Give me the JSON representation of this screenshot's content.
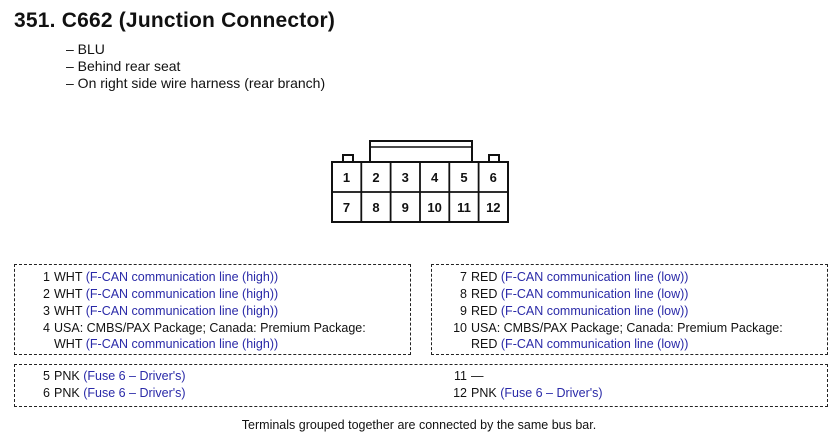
{
  "title": "351. C662 (Junction Connector)",
  "details": [
    "– BLU",
    "– Behind rear seat",
    "– On right side wire harness (rear branch)"
  ],
  "connector": {
    "top_row": [
      "1",
      "2",
      "3",
      "4",
      "5",
      "6"
    ],
    "bottom_row": [
      "7",
      "8",
      "9",
      "10",
      "11",
      "12"
    ]
  },
  "group1_left": [
    {
      "num": "1",
      "color": "WHT",
      "desc": "(F-CAN communication line (high))"
    },
    {
      "num": "2",
      "color": "WHT",
      "desc": "(F-CAN communication line (high))"
    },
    {
      "num": "3",
      "color": "WHT",
      "desc": "(F-CAN communication line (high))"
    },
    {
      "num": "4",
      "line1": "USA: CMBS/PAX Package; Canada: Premium Package:",
      "color": "WHT",
      "desc": "(F-CAN communication line (high))"
    }
  ],
  "group1_right": [
    {
      "num": "7",
      "color": "RED",
      "desc": "(F-CAN communication line (low))"
    },
    {
      "num": "8",
      "color": "RED",
      "desc": "(F-CAN communication line (low))"
    },
    {
      "num": "9",
      "color": "RED",
      "desc": "(F-CAN communication line (low))"
    },
    {
      "num": "10",
      "line1": "USA: CMBS/PAX Package; Canada: Premium Package:",
      "color": "RED",
      "desc": "(F-CAN communication line (low))"
    }
  ],
  "group2_left": [
    {
      "num": "5",
      "color": "PNK",
      "desc": "(Fuse 6 – Driver's)"
    },
    {
      "num": "6",
      "color": "PNK",
      "desc": "(Fuse 6 – Driver's)"
    }
  ],
  "group2_right": [
    {
      "num": "11",
      "color": "—",
      "desc": ""
    },
    {
      "num": "12",
      "color": "PNK",
      "desc": "(Fuse 6 – Driver's)"
    }
  ],
  "footer": "Terminals grouped together are connected by the same bus bar."
}
